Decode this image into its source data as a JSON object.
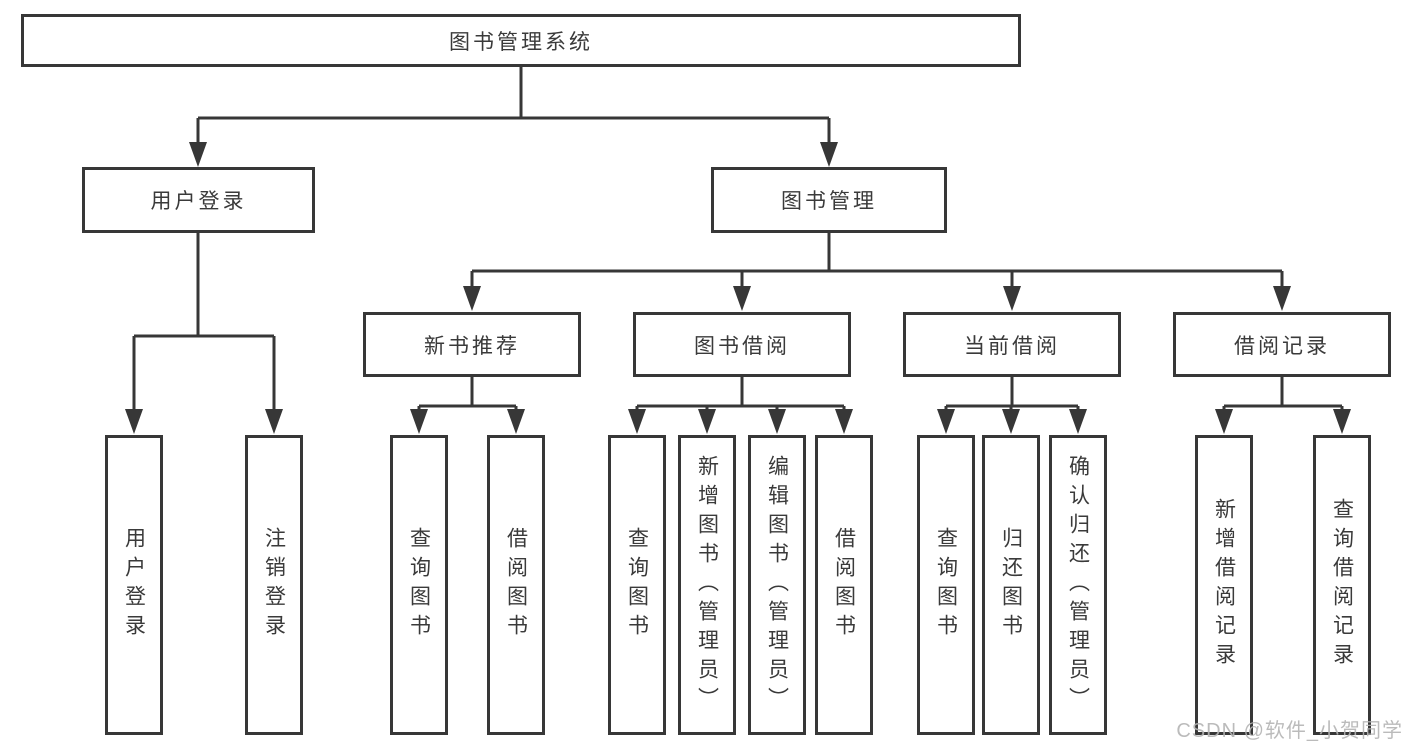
{
  "watermark": "CSDN @软件_小贺同学",
  "colors": {
    "line": "#373737",
    "text": "#3a3a3a",
    "watermark": "#b4b4b4",
    "background": "#ffffff"
  },
  "tree": {
    "root": {
      "label": "图书管理系统",
      "children": [
        {
          "label": "用户登录",
          "children": [
            {
              "label": "用户登录"
            },
            {
              "label": "注销登录"
            }
          ]
        },
        {
          "label": "图书管理",
          "children": [
            {
              "label": "新书推荐",
              "children": [
                {
                  "label": "查询图书"
                },
                {
                  "label": "借阅图书"
                }
              ]
            },
            {
              "label": "图书借阅",
              "children": [
                {
                  "label": "查询图书"
                },
                {
                  "label": "新增图书（管理员）"
                },
                {
                  "label": "编辑图书（管理员）"
                },
                {
                  "label": "借阅图书"
                }
              ]
            },
            {
              "label": "当前借阅",
              "children": [
                {
                  "label": "查询图书"
                },
                {
                  "label": "归还图书"
                },
                {
                  "label": "确认归还（管理员）"
                }
              ]
            },
            {
              "label": "借阅记录",
              "children": [
                {
                  "label": "新增借阅记录"
                },
                {
                  "label": "查询借阅记录"
                }
              ]
            }
          ]
        }
      ]
    }
  }
}
